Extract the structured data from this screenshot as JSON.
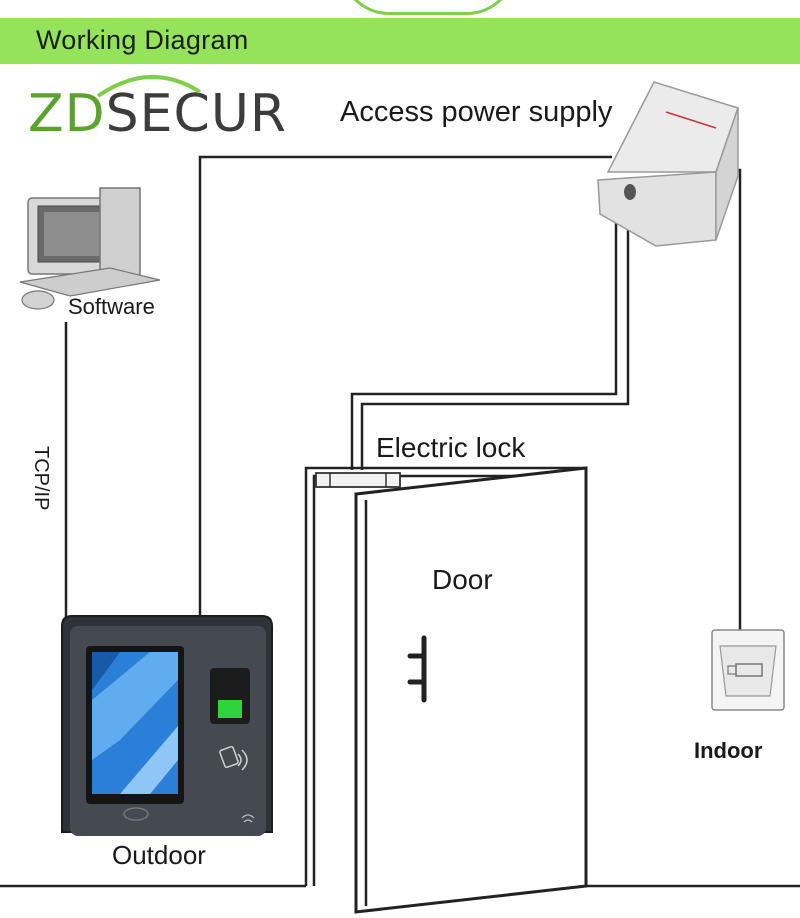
{
  "header": {
    "title": "Working  Diagram"
  },
  "logo": {
    "prefix": "ZD",
    "suffix": "SECUR"
  },
  "labels": {
    "power_supply": "Access power supply",
    "software": "Software",
    "tcpip": "TCP/IP",
    "electric_lock": "Electric lock",
    "door": "Door",
    "outdoor": "Outdoor",
    "indoor": "Indoor"
  },
  "colors": {
    "header_band": "#95e35a",
    "logo_green": "#5aa32d",
    "wire": "#222222",
    "device_body": "#3a3e45",
    "fingerprint_green": "#2fd33a",
    "screen_blue": "#2a7fd6"
  },
  "icons": [
    "computer-icon",
    "power-supply-box",
    "exit-button-icon",
    "rfid-card-icon",
    "wifi-icon",
    "door-handle-icon"
  ]
}
